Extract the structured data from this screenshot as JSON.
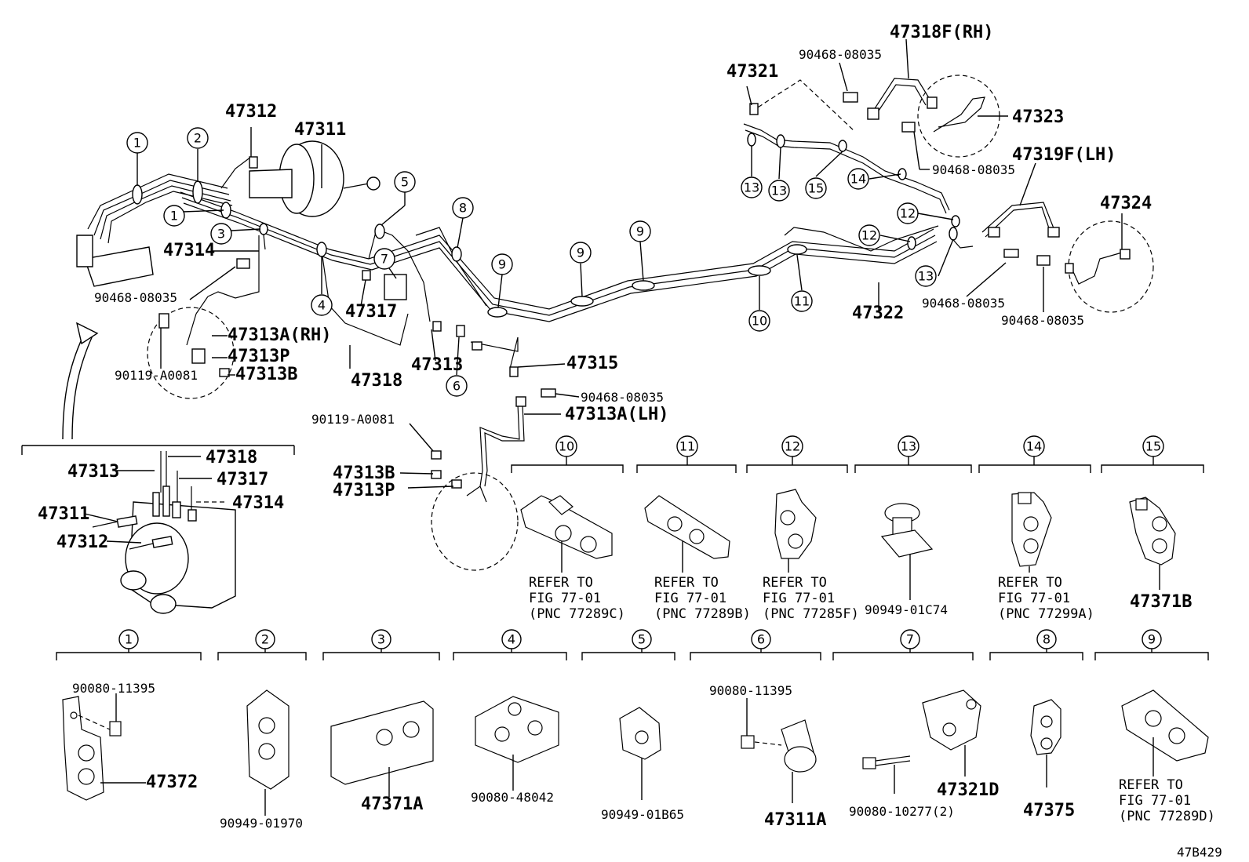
{
  "diagram_code": "47B429",
  "circle_numbers": [
    "1",
    "2",
    "3",
    "4",
    "5",
    "6",
    "7",
    "8",
    "9",
    "10",
    "11",
    "12",
    "13",
    "14",
    "15"
  ],
  "callouts": {
    "c47312": "47312",
    "c47311": "47311",
    "c47314": "47314",
    "c47317": "47317",
    "c47318": "47318",
    "c47313": "47313",
    "c47315": "47315",
    "c47313A_RH": "47313A(RH)",
    "c47313P_top": "47313P",
    "c47313B_top": "47313B",
    "c90119_top": "90119-A0081",
    "c90468_left": "90468-08035",
    "c90468_mid": "90468-08035",
    "c47313A_LH": "47313A(LH)",
    "c90119_mid": "90119-A0081",
    "c47313B_mid": "47313B",
    "c47313P_mid": "47313P",
    "c47321": "47321",
    "c90468_topright": "90468-08035",
    "c47318F": "47318F(RH)",
    "c47323": "47323",
    "c90468_right1": "90468-08035",
    "c47319F": "47319F(LH)",
    "c47324": "47324",
    "c47322": "47322",
    "c90468_right2": "90468-08035",
    "c90468_right3": "90468-08035"
  },
  "inset": {
    "i47313": "47313",
    "i47318": "47318",
    "i47317": "47317",
    "i47311": "47311",
    "i47314": "47314",
    "i47312": "47312"
  },
  "clamp_group_top": [
    {
      "num": "10",
      "lines": [
        "REFER TO",
        "FIG 77-01",
        "(PNC 77289C)"
      ]
    },
    {
      "num": "11",
      "lines": [
        "REFER TO",
        "FIG 77-01",
        "(PNC 77289B)"
      ]
    },
    {
      "num": "12",
      "lines": [
        "REFER TO",
        "FIG 77-01",
        "(PNC 77285F)"
      ]
    },
    {
      "num": "13",
      "lines": [
        "90949-01C74"
      ]
    },
    {
      "num": "14",
      "lines": [
        "REFER TO",
        "FIG 77-01",
        "(PNC 77299A)"
      ]
    },
    {
      "num": "15",
      "lines": [
        "47371B"
      ]
    }
  ],
  "clamp_group_bottom": [
    {
      "num": "1",
      "labels": [
        "90080-11395",
        "47372"
      ]
    },
    {
      "num": "2",
      "labels": [
        "90949-01970"
      ]
    },
    {
      "num": "3",
      "labels": [
        "47371A"
      ]
    },
    {
      "num": "4",
      "labels": [
        "90080-48042"
      ]
    },
    {
      "num": "5",
      "labels": [
        "90949-01B65"
      ]
    },
    {
      "num": "6",
      "labels": [
        "90080-11395",
        "47311A"
      ]
    },
    {
      "num": "7",
      "labels": [
        "47321D",
        "90080-10277(2)"
      ]
    },
    {
      "num": "8",
      "labels": [
        "47375"
      ]
    },
    {
      "num": "9",
      "labels": [
        "REFER TO",
        "FIG 77-01",
        "(PNC 77289D)"
      ]
    }
  ]
}
